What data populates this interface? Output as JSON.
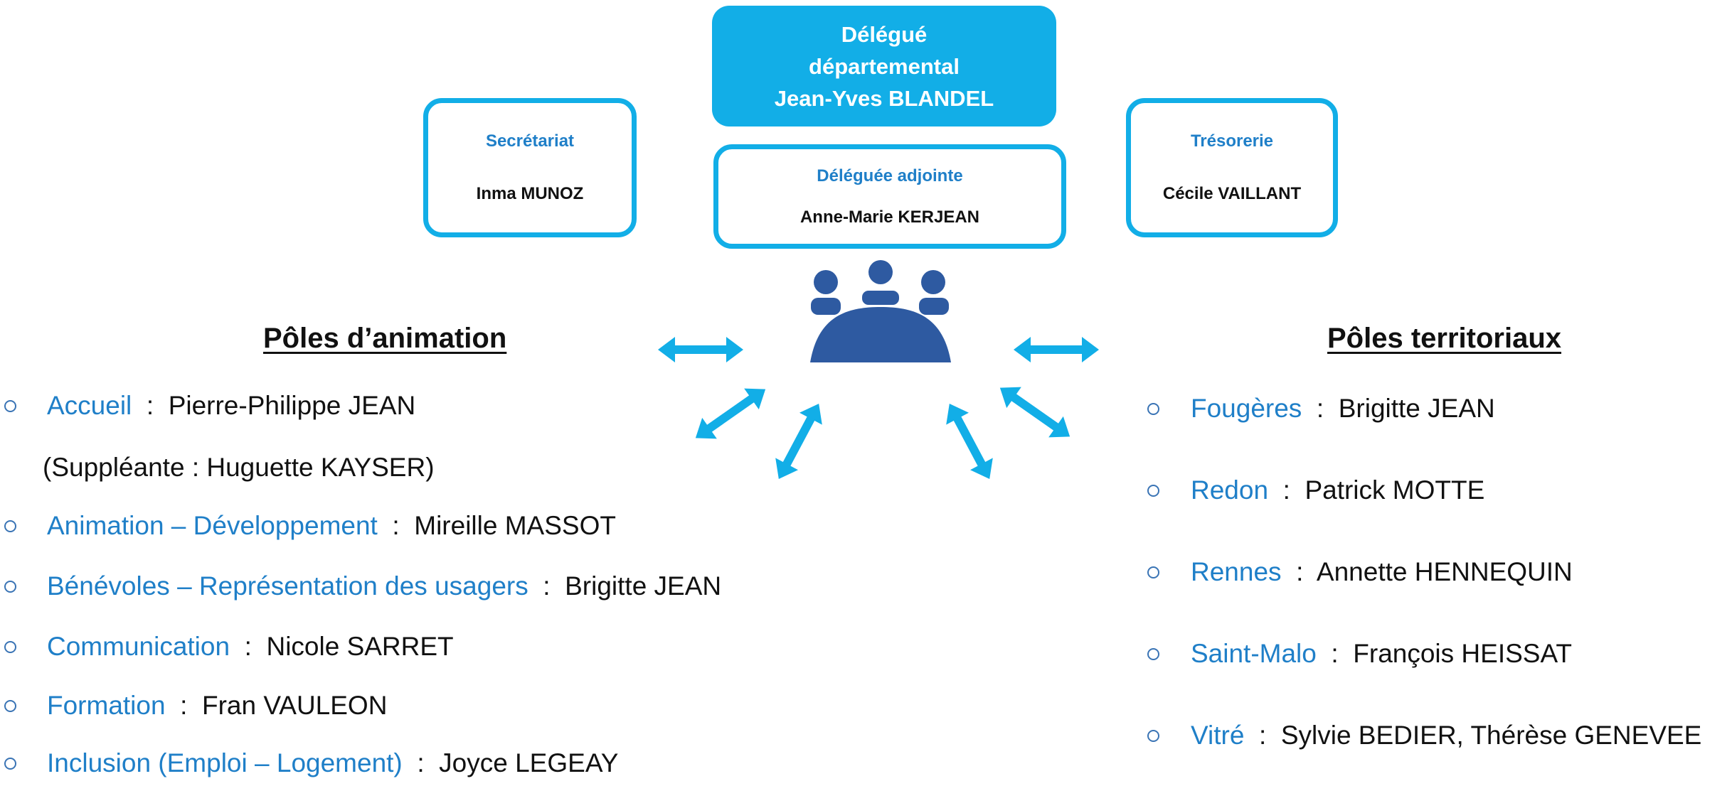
{
  "colors": {
    "accent": "#12aee7",
    "label_blue": "#1f7fc8",
    "icon_blue": "#2e5aa1",
    "text": "#111111"
  },
  "top": {
    "delegue": {
      "line1": "Délégué",
      "line2": "départemental",
      "name": "Jean-Yves BLANDEL"
    },
    "secretariat": {
      "title": "Secrétariat",
      "name": "Inma MUNOZ"
    },
    "adjointe": {
      "title": "Déléguée adjointe",
      "name": "Anne-Marie KERJEAN"
    },
    "tresorerie": {
      "title": "Trésorerie",
      "name": "Cécile VAILLANT"
    }
  },
  "center_icon": "group-meeting-icon",
  "animation": {
    "heading": "Pôles d’animation",
    "items": [
      {
        "label": "Accueil",
        "person": "Pierre-Philippe JEAN"
      },
      {
        "label": "Animation – Développement",
        "person": "Mireille MASSOT"
      },
      {
        "label": "Bénévoles – Représentation des usagers",
        "person": "Brigitte JEAN"
      },
      {
        "label": "Communication",
        "person": "Nicole SARRET"
      },
      {
        "label": "Formation",
        "person": "Fran VAULEON"
      },
      {
        "label": "Inclusion (Emploi – Logement)",
        "person": "Joyce LEGEAY"
      }
    ],
    "substitute": "(Suppléante : Huguette KAYSER)"
  },
  "territorial": {
    "heading": "Pôles territoriaux",
    "items": [
      {
        "label": "Fougères",
        "person": "Brigitte JEAN"
      },
      {
        "label": "Redon",
        "person": "Patrick MOTTE"
      },
      {
        "label": "Rennes",
        "person": "Annette HENNEQUIN"
      },
      {
        "label": "Saint-Malo",
        "person": "François HEISSAT"
      },
      {
        "label": "Vitré",
        "person": "Sylvie BEDIER, Thérèse GENEVEE"
      }
    ]
  },
  "separator": ":"
}
